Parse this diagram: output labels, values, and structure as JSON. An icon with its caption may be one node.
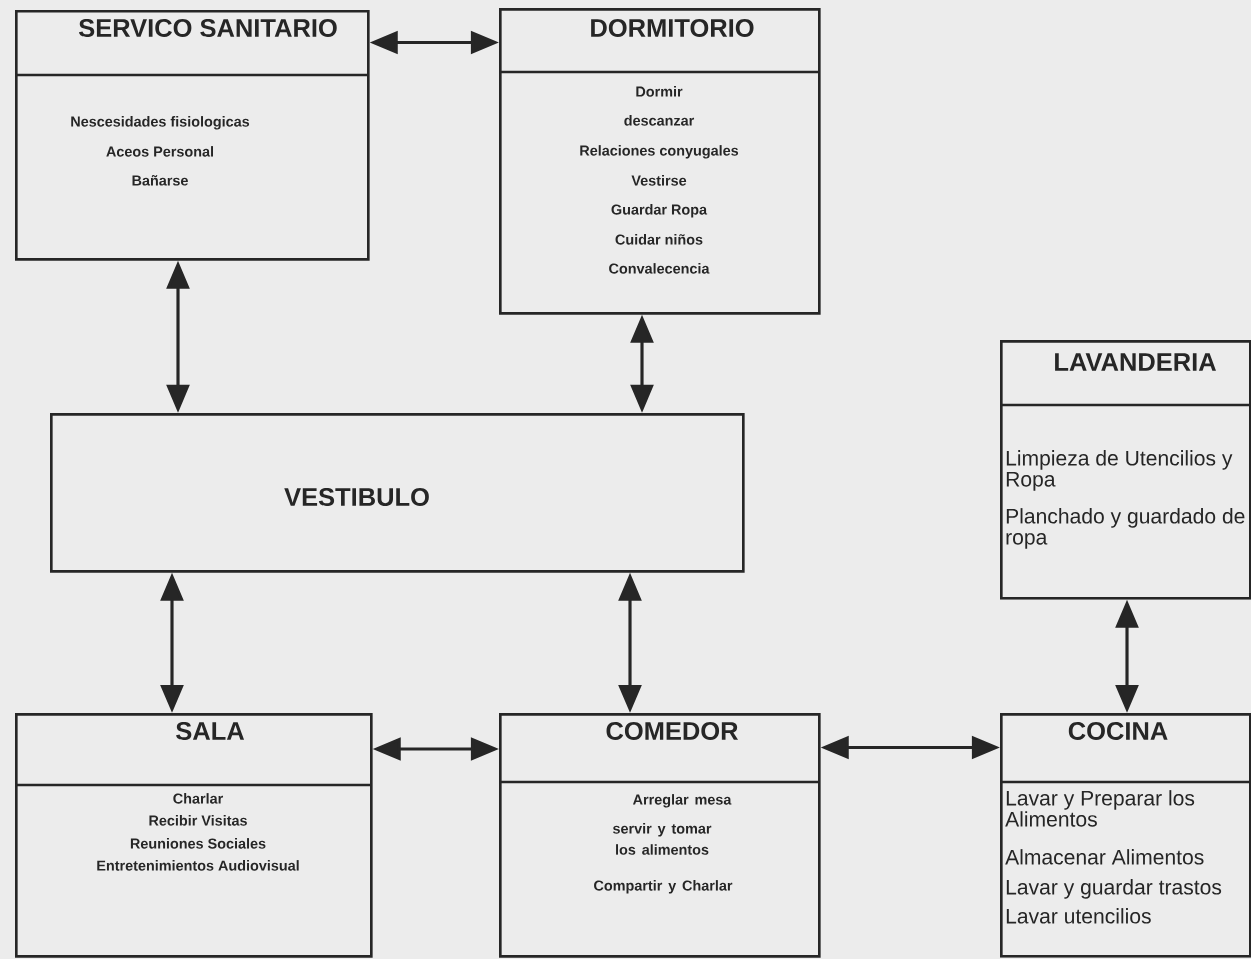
{
  "diagram": {
    "nodes": [
      {
        "text": [
          "SERVICO SANITARIO",
          "Nescesidades fisiologicas",
          "Aceos Personal",
          "Bañarse"
        ]
      },
      {
        "text": [
          "DORMITORIO",
          "Dormir",
          "descanzar",
          "Relaciones conyugales",
          "Vestirse",
          "Guardar Ropa",
          "Cuidar niños",
          "Convalecencia"
        ]
      },
      {
        "text": [
          "LAVANDERIA",
          "Limpieza de Utencilios y Ropa",
          "Planchado y guardado de ropa"
        ]
      },
      {
        "text": [
          "VESTIBULO"
        ]
      },
      {
        "text": [
          "SALA",
          "Charlar",
          "Recibir Visitas",
          "Reuniones Sociales",
          "Entretenimientos Audiovisual"
        ]
      },
      {
        "text": [
          "COMEDOR",
          "Arreglar mesa",
          "servir y tomar los alimentos",
          "Compartir y Charlar"
        ]
      },
      {
        "text": [
          "COCINA",
          "Lavar y Preparar los Alimentos",
          "Almacenar Alimentos",
          "Lavar y guardar trastos",
          "Lavar utencilios"
        ]
      }
    ],
    "edges": [
      {
        "from": 0,
        "to": 1,
        "arrow": "both"
      },
      {
        "from": 0,
        "to": 3,
        "arrow": "both"
      },
      {
        "from": 1,
        "to": 3,
        "arrow": "both"
      },
      {
        "from": 3,
        "to": 4,
        "arrow": "both"
      },
      {
        "from": 3,
        "to": 5,
        "arrow": "both"
      },
      {
        "from": 4,
        "to": 5,
        "arrow": "both"
      },
      {
        "from": 5,
        "to": 6,
        "arrow": "both"
      },
      {
        "from": 2,
        "to": 6,
        "arrow": "both"
      }
    ]
  }
}
